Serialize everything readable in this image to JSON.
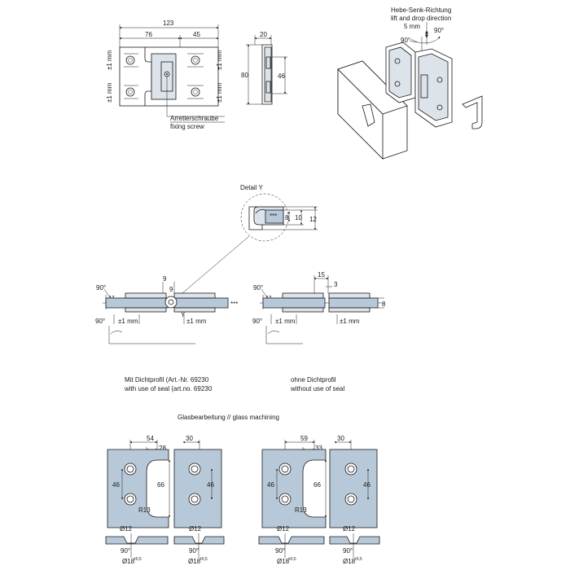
{
  "top": {
    "dim_123": "123",
    "dim_76": "76",
    "dim_45": "45",
    "tol_left_top": "±1 mm",
    "tol_left_bottom": "±1 mm",
    "tol_right_top": "±1 mm",
    "tol_right_bottom": "±1 mm",
    "screw_label_de": "Arretierschraube",
    "screw_label_en": "fixing screw",
    "side_dim_20": "20",
    "side_dim_80": "80",
    "side_dim_46": "46",
    "lift_de": "Hebe-Senk-Richtung",
    "lift_en": "lift and drop direction",
    "lift_mm": "5 mm",
    "angle_90a": "90°",
    "angle_90b": "90°"
  },
  "middle": {
    "detail_title": "Detail Y",
    "detail_dims": [
      "8",
      "10",
      "12"
    ],
    "detail_stars": "***",
    "left": {
      "angle_top": "90°",
      "dim_11": "11",
      "dim_9a": "9",
      "dim_9b": "9",
      "stars": "***",
      "y_label": "Y",
      "tol_a": "±1 mm",
      "tol_b": "±1 mm",
      "angle_bottom": "90°",
      "caption_de": "Mit Dichtprofil   (Art.-Nr. 69230",
      "caption_en": "with use of seal (art.no. 69230"
    },
    "right": {
      "angle_top": "90°",
      "dim_11": "11",
      "dim_15": "15",
      "dim_3": "3",
      "dim_8": "8",
      "tol_a": "±1 mm",
      "tol_b": "±1 mm",
      "angle_bottom": "90°",
      "caption_de": "ohne Dichtprofil",
      "caption_en": "without use of seal"
    }
  },
  "bottom": {
    "title": "Glasbearbeitung // glass machining",
    "left": {
      "dim_54": "54",
      "dim_28": "28",
      "dim_30": "30",
      "dim_46a": "46",
      "dim_66": "66",
      "dim_46b": "46",
      "radius": "R13",
      "dia12a": "Ø12",
      "dia12b": "Ø12",
      "angle_a": "90°",
      "angle_b": "90°",
      "dia18a": "Ø18",
      "dia18b": "Ø18",
      "tol": "±0,5"
    },
    "right": {
      "dim_59": "59",
      "dim_33": "33",
      "dim_30": "30",
      "dim_46a": "46",
      "dim_66": "66",
      "dim_46b": "46",
      "radius": "R13",
      "dia12a": "Ø12",
      "dia12b": "Ø12",
      "angle_a": "90°",
      "angle_b": "90°",
      "dia18a": "Ø18",
      "dia18b": "Ø18",
      "tol": "±0,5"
    }
  }
}
